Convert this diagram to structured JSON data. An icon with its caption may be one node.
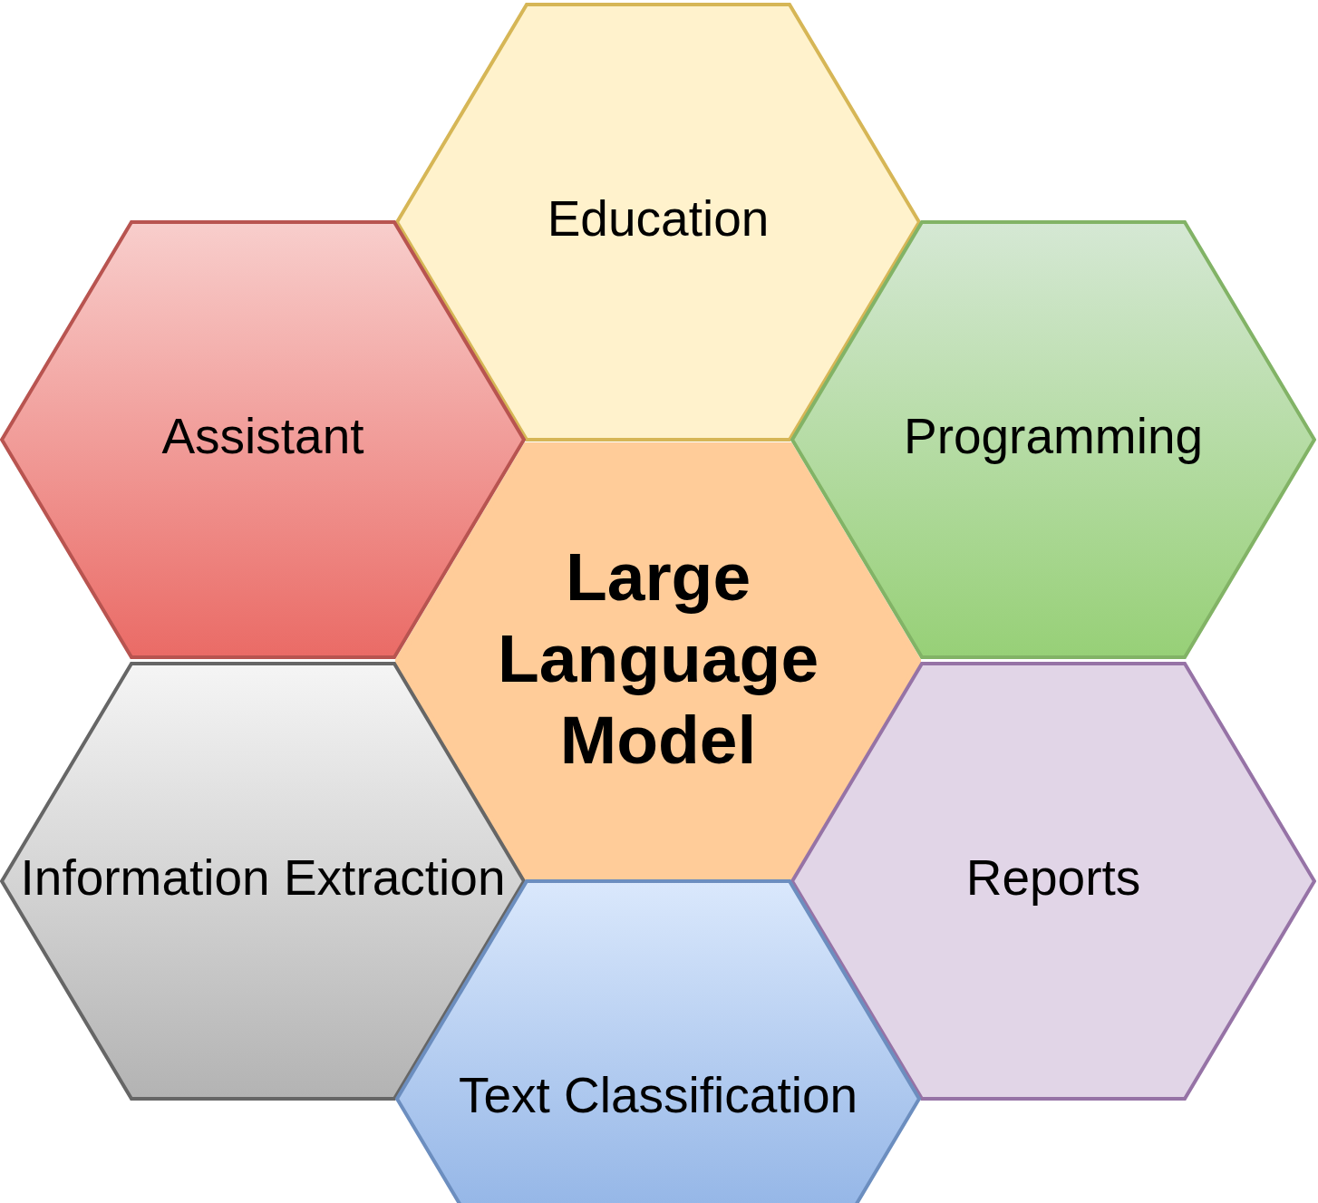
{
  "diagram": {
    "nodes": [
      {
        "text": [
          "Education"
        ]
      },
      {
        "text": [
          "Assistant"
        ]
      },
      {
        "text": [
          "Programming"
        ]
      },
      {
        "text": [
          "Large Language Model"
        ]
      },
      {
        "text": [
          "Information Extraction"
        ]
      },
      {
        "text": [
          "Reports"
        ]
      },
      {
        "text": [
          "Text Classification"
        ]
      }
    ]
  }
}
